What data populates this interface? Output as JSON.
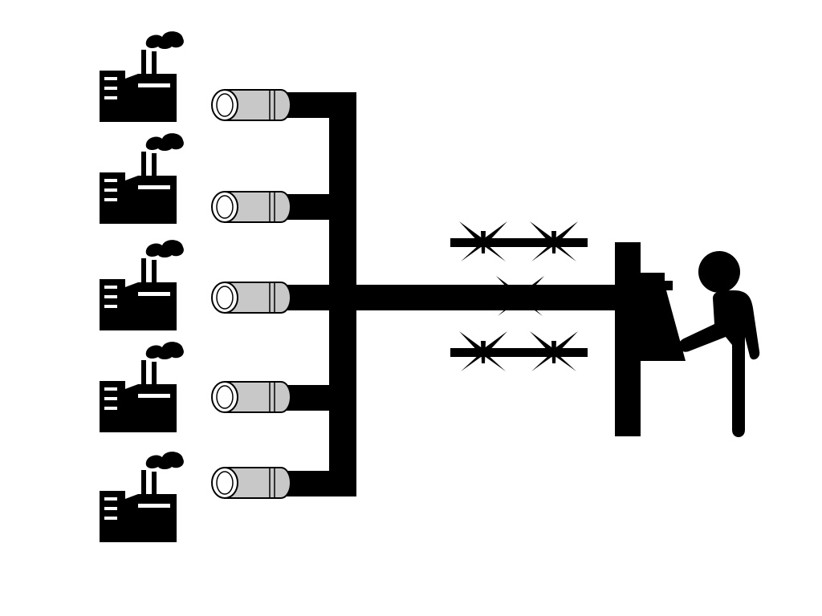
{
  "factories": [
    {
      "id": "factory-1",
      "icon": "factory-icon"
    },
    {
      "id": "factory-2",
      "icon": "factory-icon"
    },
    {
      "id": "factory-3",
      "icon": "factory-icon"
    },
    {
      "id": "factory-4",
      "icon": "factory-icon"
    },
    {
      "id": "factory-5",
      "icon": "factory-icon"
    }
  ],
  "pipes": [
    {
      "id": "pipe-1",
      "icon": "pipe-icon"
    },
    {
      "id": "pipe-2",
      "icon": "pipe-icon"
    },
    {
      "id": "pipe-3",
      "icon": "pipe-icon"
    },
    {
      "id": "pipe-4",
      "icon": "pipe-icon"
    },
    {
      "id": "pipe-5",
      "icon": "pipe-icon"
    }
  ],
  "barbed_wire": [
    {
      "id": "barbed-wire-top",
      "icon": "barbed-wire-icon"
    },
    {
      "id": "barbed-wire-middle",
      "icon": "barbed-wire-icon"
    },
    {
      "id": "barbed-wire-bottom",
      "icon": "barbed-wire-icon"
    }
  ],
  "valve_station": {
    "icon": "valve-station-icon"
  },
  "person": {
    "icon": "person-icon"
  },
  "colors": {
    "ink": "#000000",
    "pipe_fill": "#c8c8c8",
    "pipe_stroke": "#000000",
    "background": "#ffffff"
  }
}
